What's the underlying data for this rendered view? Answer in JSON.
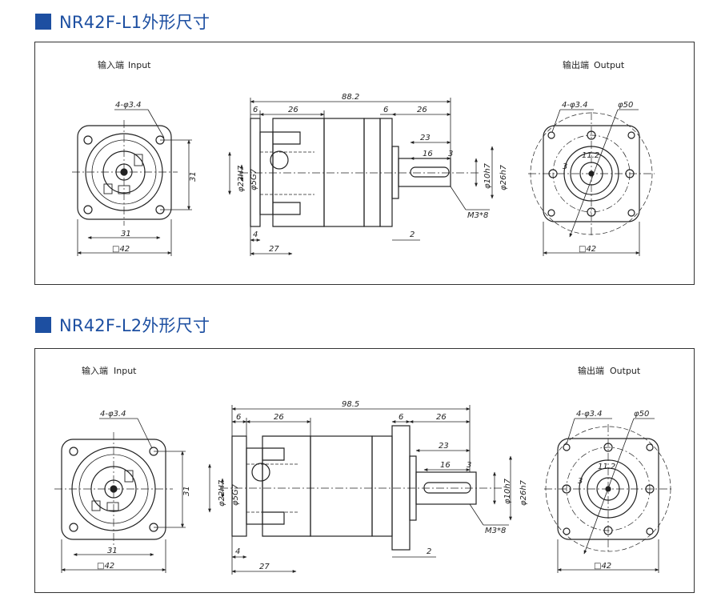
{
  "sections": [
    {
      "title": "NR42F-L1外形尺寸",
      "input_label": "输入端",
      "input_label_en": "Input",
      "output_label": "输出端",
      "output_label_en": "Output",
      "dims": {
        "overall_length": "88.2",
        "flange_thk": "6",
        "input_body": "26",
        "out_flange_thk": "6",
        "out_shaft_len": "26",
        "key_span": "23",
        "key_len": "16",
        "key_end": "3",
        "in_bore": "φ22H7",
        "in_shaft_hole": "φ5G7",
        "out_shaft_dia": "φ10h7",
        "out_pilot_dia": "φ26h7",
        "tap": "M3*8",
        "in_recess": "4",
        "in_depth": "27",
        "out_gap": "2",
        "in_holes": "4-φ3.4",
        "in_pcd_h": "31",
        "in_pcd_v": "31",
        "in_square": "□42",
        "out_holes": "4-φ3.4",
        "out_pcd": "φ50",
        "out_key_h": "11.2",
        "out_key_w": "3",
        "out_square": "□42"
      }
    },
    {
      "title": "NR42F-L2外形尺寸",
      "input_label": "输入端",
      "input_label_en": "Input",
      "output_label": "输出端",
      "output_label_en": "Output",
      "dims": {
        "overall_length": "98.5",
        "flange_thk": "6",
        "input_body": "26",
        "out_flange_thk": "6",
        "out_shaft_len": "26",
        "key_span": "23",
        "key_len": "16",
        "key_end": "3",
        "in_bore": "φ22H7",
        "in_shaft_hole": "φ5G7",
        "out_shaft_dia": "φ10h7",
        "out_pilot_dia": "φ26h7",
        "tap": "M3*8",
        "in_recess": "4",
        "in_depth": "27",
        "out_gap": "2",
        "in_holes": "4-φ3.4",
        "in_pcd_h": "31",
        "in_pcd_v": "31",
        "in_square": "□42",
        "out_holes": "4-φ3.4",
        "out_pcd": "φ50",
        "out_key_h": "11.2",
        "out_key_w": "3",
        "out_square": "□42"
      }
    }
  ],
  "colors": {
    "accent": "#1d4fa1",
    "line": "#222222"
  }
}
